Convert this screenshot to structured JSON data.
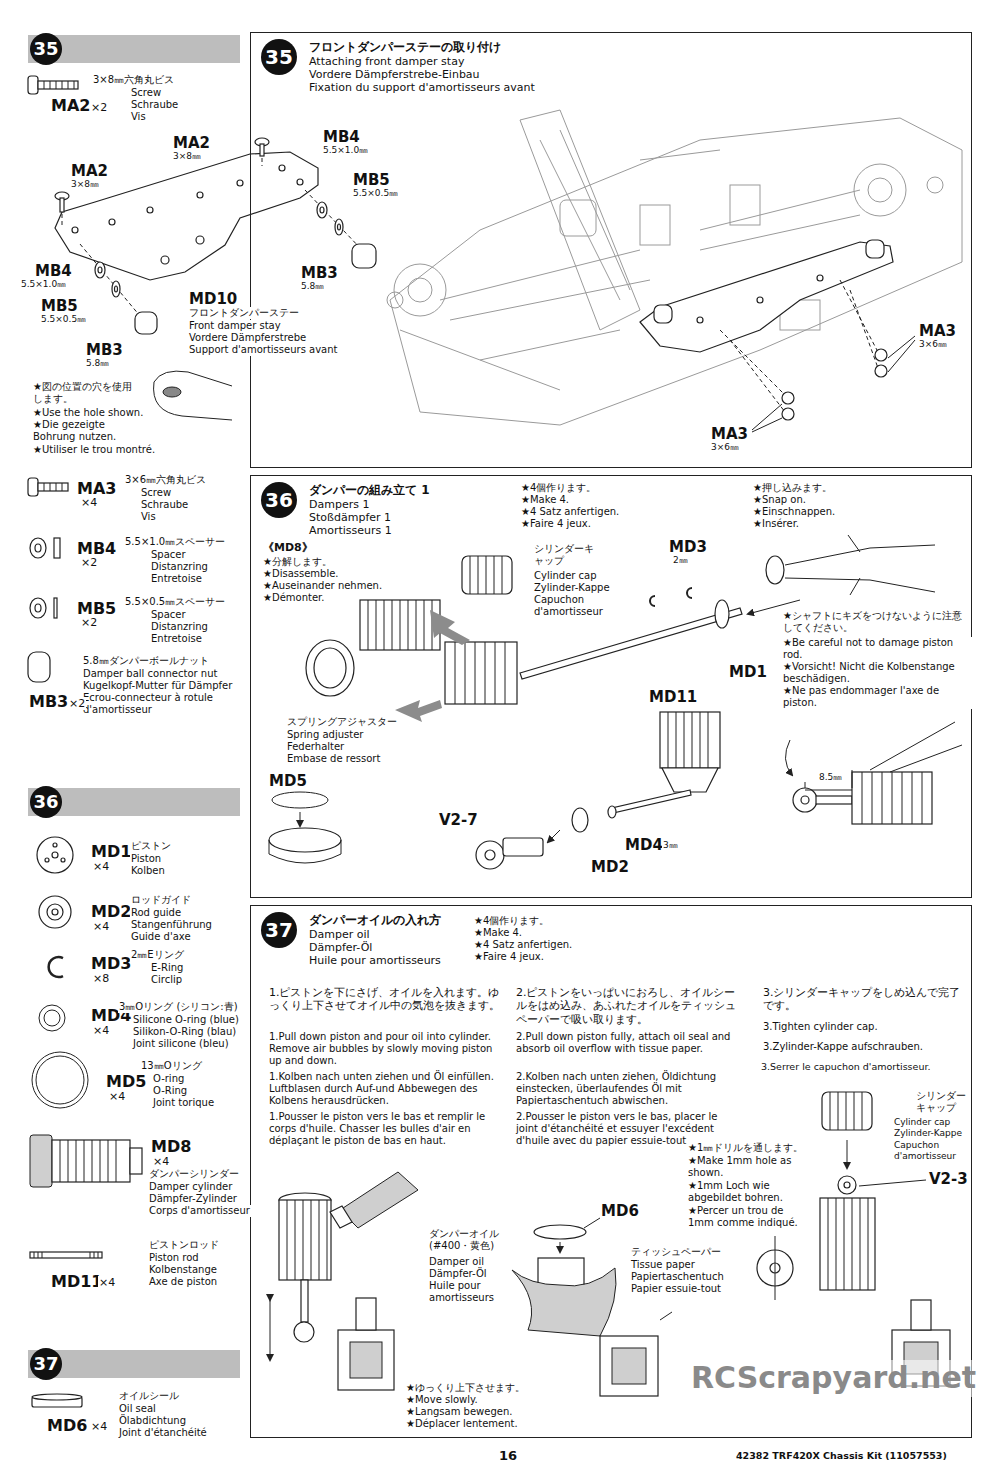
{
  "diagram": {
    "nodes": [
      {
        "text": [
          "35"
        ]
      },
      {
        "text": [
          "35",
          "フロントダンパーステーの取り付け",
          "Attaching front damper stay",
          "Vordere Dämpferstrebe-Einbau",
          "Fixation du support d'amortisseurs avant"
        ]
      },
      {
        "text": [
          "36"
        ]
      },
      {
        "text": [
          "36",
          "ダンパーの組み立て 1",
          "Dampers 1",
          "Stoßdämpfer 1",
          "Amortisseurs 1"
        ]
      },
      {
        "text": [
          "37"
        ]
      },
      {
        "text": [
          "37",
          "ダンパーオイルの入れ方",
          "Damper oil",
          "Dämpfer-Öl",
          "Huile pour amortisseurs"
        ]
      }
    ],
    "labels": [
      "3×8㎜六角丸ビス",
      "Screw",
      "Schraube",
      "Vis",
      "MA2",
      "×2",
      "MA2",
      "3×8㎜",
      "MA2",
      "3×8㎜",
      "MB4",
      "5.5×1.0㎜",
      "MB5",
      "5.5×0.5㎜",
      "MB3",
      "5.8㎜",
      "MB4",
      "5.5×1.0㎜",
      "MB5",
      "5.5×0.5㎜",
      "MD10",
      "フロントダンパーステー",
      "Front damper stay",
      "Vordere Dämpferstrebe",
      "Support d'amortisseurs avant",
      "MB3",
      "5.8㎜",
      "★図の位置の穴を使用します。",
      "★Use the hole shown.",
      "★Die gezeigte Bohrung nutzen.",
      "★Utiliser le trou montré.",
      "MA3",
      "×4",
      "3×6㎜六角丸ビス",
      "Screw",
      "Schraube",
      "Vis",
      "MB4",
      "×2",
      "5.5×1.0㎜スペーサー",
      "Spacer",
      "Distanzring",
      "Entretoise",
      "MB5",
      "×2",
      "5.5×0.5㎜スペーサー",
      "Spacer",
      "Distanzring",
      "Entretoise",
      "5.8㎜ダンパーボールナット",
      "Damper ball connector nut",
      "Kugelkopf-Mutter für Dämpfer",
      "Ecrou-connecteur à rotule d'amortisseur",
      "MB3",
      "×2",
      "MD1",
      "×4",
      "ピストン",
      "Piston",
      "Kolben",
      "MD2",
      "×4",
      "ロッドガイド",
      "Rod guide",
      "Stangenführung",
      "Guide d'axe",
      "MD3",
      "×8",
      "2㎜Eリング",
      "E-Ring",
      "Circlip",
      "MD4",
      "×4",
      "3㎜Oリング (シリコン:青)",
      "Silicone O-ring (blue)",
      "Silikon-O-Ring (blau)",
      "Joint silicone (bleu)",
      "MD5",
      "×4",
      "13㎜Oリング",
      "O-ring",
      "O-Ring",
      "Joint torique",
      "MD8",
      "×4",
      "ダンパーシリンダー",
      "Damper cylinder",
      "Dämpfer-Zylinder",
      "Corps d'amortisseur",
      "MD11",
      "×4",
      "ピストンロッド",
      "Piston rod",
      "Kolbenstange",
      "Axe de piston",
      "MD6",
      "×4",
      "オイルシール",
      "Oil seal",
      "Ölabdichtung",
      "Joint d'étanchéité",
      "MA3",
      "3×6㎜",
      "MA3",
      "3×6㎜",
      "★4個作ります。",
      "★Make 4.",
      "★4 Satz anfertigen.",
      "★Faire 4 jeux.",
      "《MD8》",
      "★分解します。",
      "★Disassemble.",
      "★Auseinander nehmen.",
      "★Démonter.",
      "シリンダーキャップ",
      "Cylinder cap",
      "Zylinder-Kappe",
      "Capuchon d'amortisseur",
      "MD3",
      "2㎜",
      "★押し込みます。",
      "★Snap on.",
      "★Einschnappen.",
      "★Insérer.",
      "★シャフトにキズをつけないように注意してください。",
      "★Be careful not to damage piston rod.",
      "★Vorsicht! Nicht die Kolbenstange beschädigen.",
      "★Ne pas endommager l'axe de piston.",
      "MD1",
      "MD11",
      "スプリングアジャスター",
      "Spring adjuster",
      "Federhalter",
      "Embase de ressort",
      "MD5",
      "V2-7",
      "MD2",
      "MD4",
      "3㎜",
      "8.5㎜",
      "★4個作ります。",
      "★Make 4.",
      "★4 Satz anfertigen.",
      "★Faire 4 jeux.",
      "1.ピストンを下にさげ、オイルを入れます。ゆっくり上下させてオイル中の気泡を抜きます。",
      "1.Pull down piston and pour oil into cylinder. Remove air bubbles by slowly moving piston up and down.",
      "1.Kolben nach unten ziehen und Öl einfüllen. Luftblasen durch Auf-und Abbewegen des Kolbens herausdrücken.",
      "1.Pousser le piston vers le bas et remplir le corps d'huile. Chasser les bulles d'air en déplaçant le piston de bas en haut.",
      "2.ピストンをいっぱいにおろし、オイルシールをはめ込み、あふれたオイルをティッシュペーパーで吸い取ります。",
      "2.Pull down piston fully, attach oil seal and absorb oil overflow with tissue paper.",
      "2.Kolben nach unten ziehen, Öldichtung einstecken, überlaufendes Öl mit Papiertaschentuch abwischen.",
      "2.Pousser le piston vers le bas, placer le joint d'étanchéité et essuyer l'excédent d'huile avec du papier essuie-tout.",
      "3.シリンダーキャップをしめ込んで完了です。",
      "3.Tighten cylinder cap.",
      "3.Zylinder-Kappe aufschrauben.",
      "3.Serrer le capuchon d'amortisseur.",
      "シリンダーキャップ",
      "Cylinder cap",
      "Zylinder-Kappe",
      "Capuchon d'amortisseur",
      "V2-3",
      "ダンパーオイル (#400・黄色)",
      "Damper oil",
      "Dämpfer-Öl",
      "Huile pour amortisseurs",
      "MD6",
      "★1㎜ドリルを通します。",
      "★Make 1mm hole as shown.",
      "★1mm Loch wie abgebildet bohren.",
      "★Percer un trou de 1mm comme indiqué.",
      "ティッシュペーパー",
      "Tissue paper",
      "Papiertaschentuch",
      "Papier essuie-tout",
      "★ゆっくり上下させます。",
      "★Move slowly.",
      "★Langsam bewegen.",
      "★Déplacer lentement.",
      "RCScrapyard.net",
      "16",
      "42382 TRF420X Chassis Kit (11057553)"
    ]
  }
}
